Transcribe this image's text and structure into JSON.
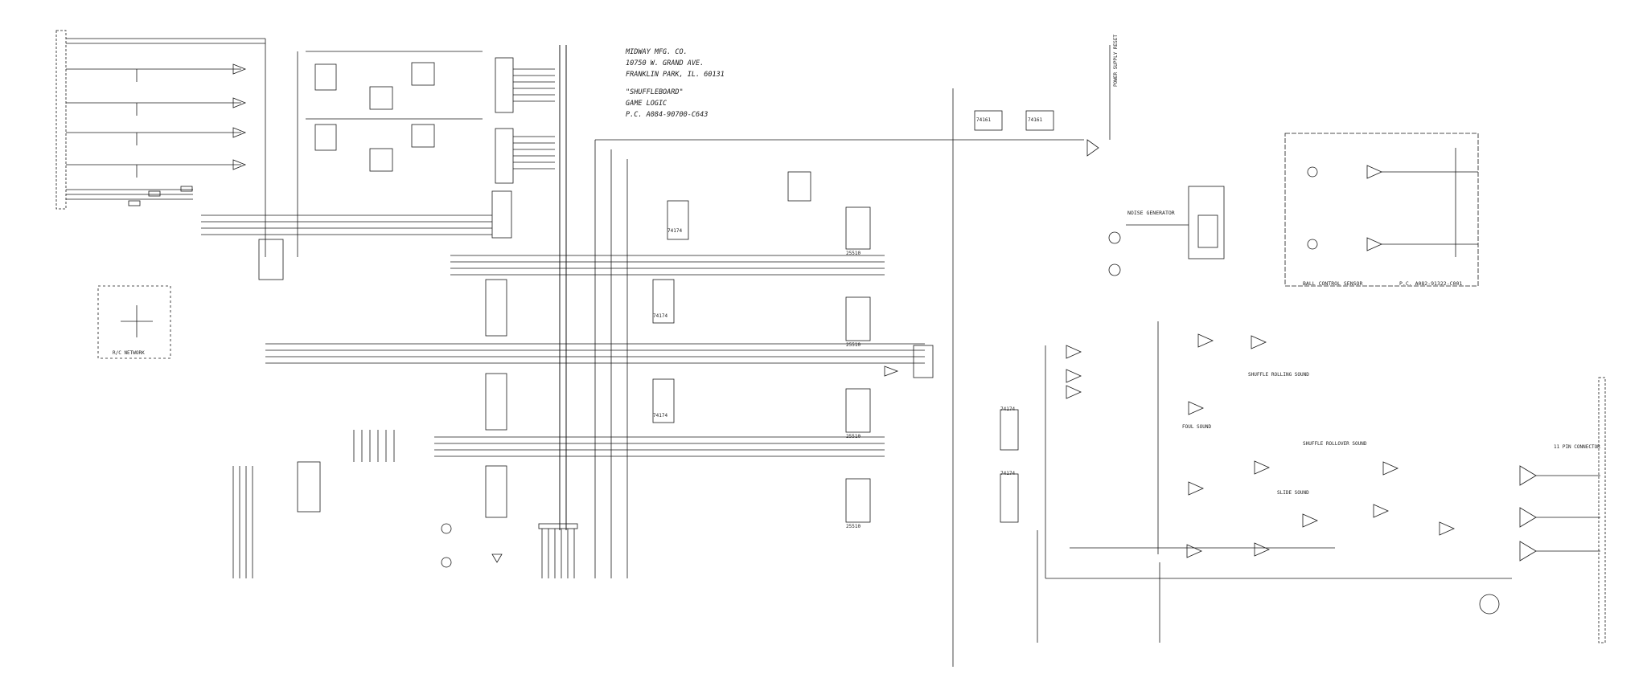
{
  "title_block": {
    "company": "MIDWAY MFG. CO.",
    "address": "10750 W. GRAND AVE.",
    "city": "FRANKLIN PARK, IL. 60131",
    "game": "\"SHUFFLEBOARD\"",
    "sheet": "GAME LOGIC",
    "part_number": "P.C. A084-90700-C643"
  },
  "labels": {
    "noise_generator": "NOISE GENERATOR",
    "ball_control_sensor": "BALL CONTROL SENSOR",
    "ball_control_part": "P.C. A082-91322-C001",
    "rc_network": "R/C NETWORK",
    "shuffle_rolling": "SHUFFLE ROLLING SOUND",
    "foul_sound": "FOUL SOUND",
    "shuffle_rollover": "SHUFFLE ROLLOVER SOUND",
    "slide_sound": "SLIDE SOUND",
    "power_supply": "POWER SUPPLY RESET",
    "connector": "11 PIN CONNECTOR",
    "ic_labels": [
      "74174",
      "74174",
      "74174",
      "74174",
      "74174",
      "25510",
      "25510",
      "25510",
      "25510",
      "74161",
      "74161"
    ]
  },
  "colors": {
    "ink": "#1a1a1a",
    "paper": "#ffffff"
  }
}
